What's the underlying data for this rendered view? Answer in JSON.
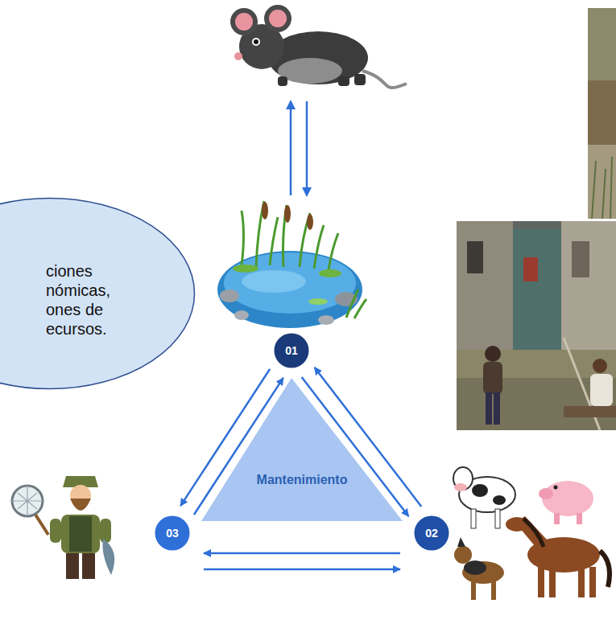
{
  "diagram": {
    "nodes": [
      {
        "text": [
          "ciones nómicas, ones de ecursos."
        ]
      },
      {
        "text": [
          "01"
        ]
      },
      {
        "text": [
          "Mantenimiento"
        ]
      },
      {
        "text": [
          "03"
        ]
      },
      {
        "text": [
          "02"
        ]
      }
    ],
    "edges": [
      {
        "from": 1,
        "to": 3,
        "arrow": "to"
      },
      {
        "from": 3,
        "to": 1,
        "arrow": "to"
      },
      {
        "from": 1,
        "to": 4,
        "arrow": "to"
      },
      {
        "from": 4,
        "to": 1,
        "arrow": "to"
      },
      {
        "from": 4,
        "to": 3,
        "arrow": "to"
      },
      {
        "from": 3,
        "to": 4,
        "arrow": "to"
      }
    ]
  }
}
